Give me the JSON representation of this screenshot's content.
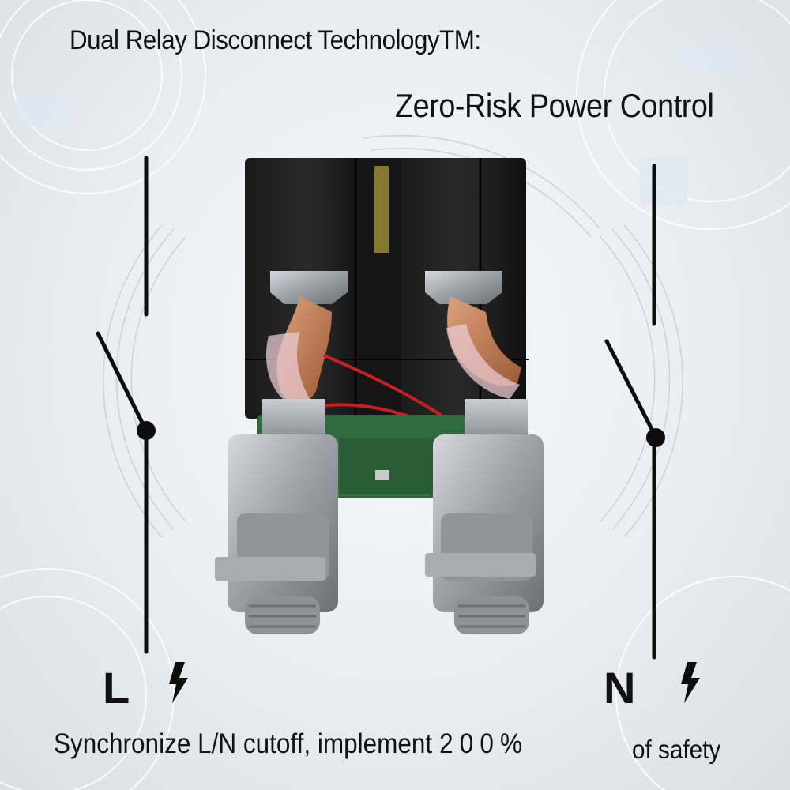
{
  "header": {
    "title": "Dual Relay Disconnect TechnologyTM:",
    "subtitle": "Zero-Risk Power Control"
  },
  "schematic": {
    "live_label": "L",
    "neutral_label": "N",
    "icons": [
      "lightning-bolt-icon",
      "lightning-bolt-icon"
    ]
  },
  "footer": {
    "text_before": "Synchronize L/N cutoff, implement",
    "percent": "200%",
    "text_after": "of safety"
  },
  "colors": {
    "text": "#111111",
    "background": "#eef1f4"
  }
}
